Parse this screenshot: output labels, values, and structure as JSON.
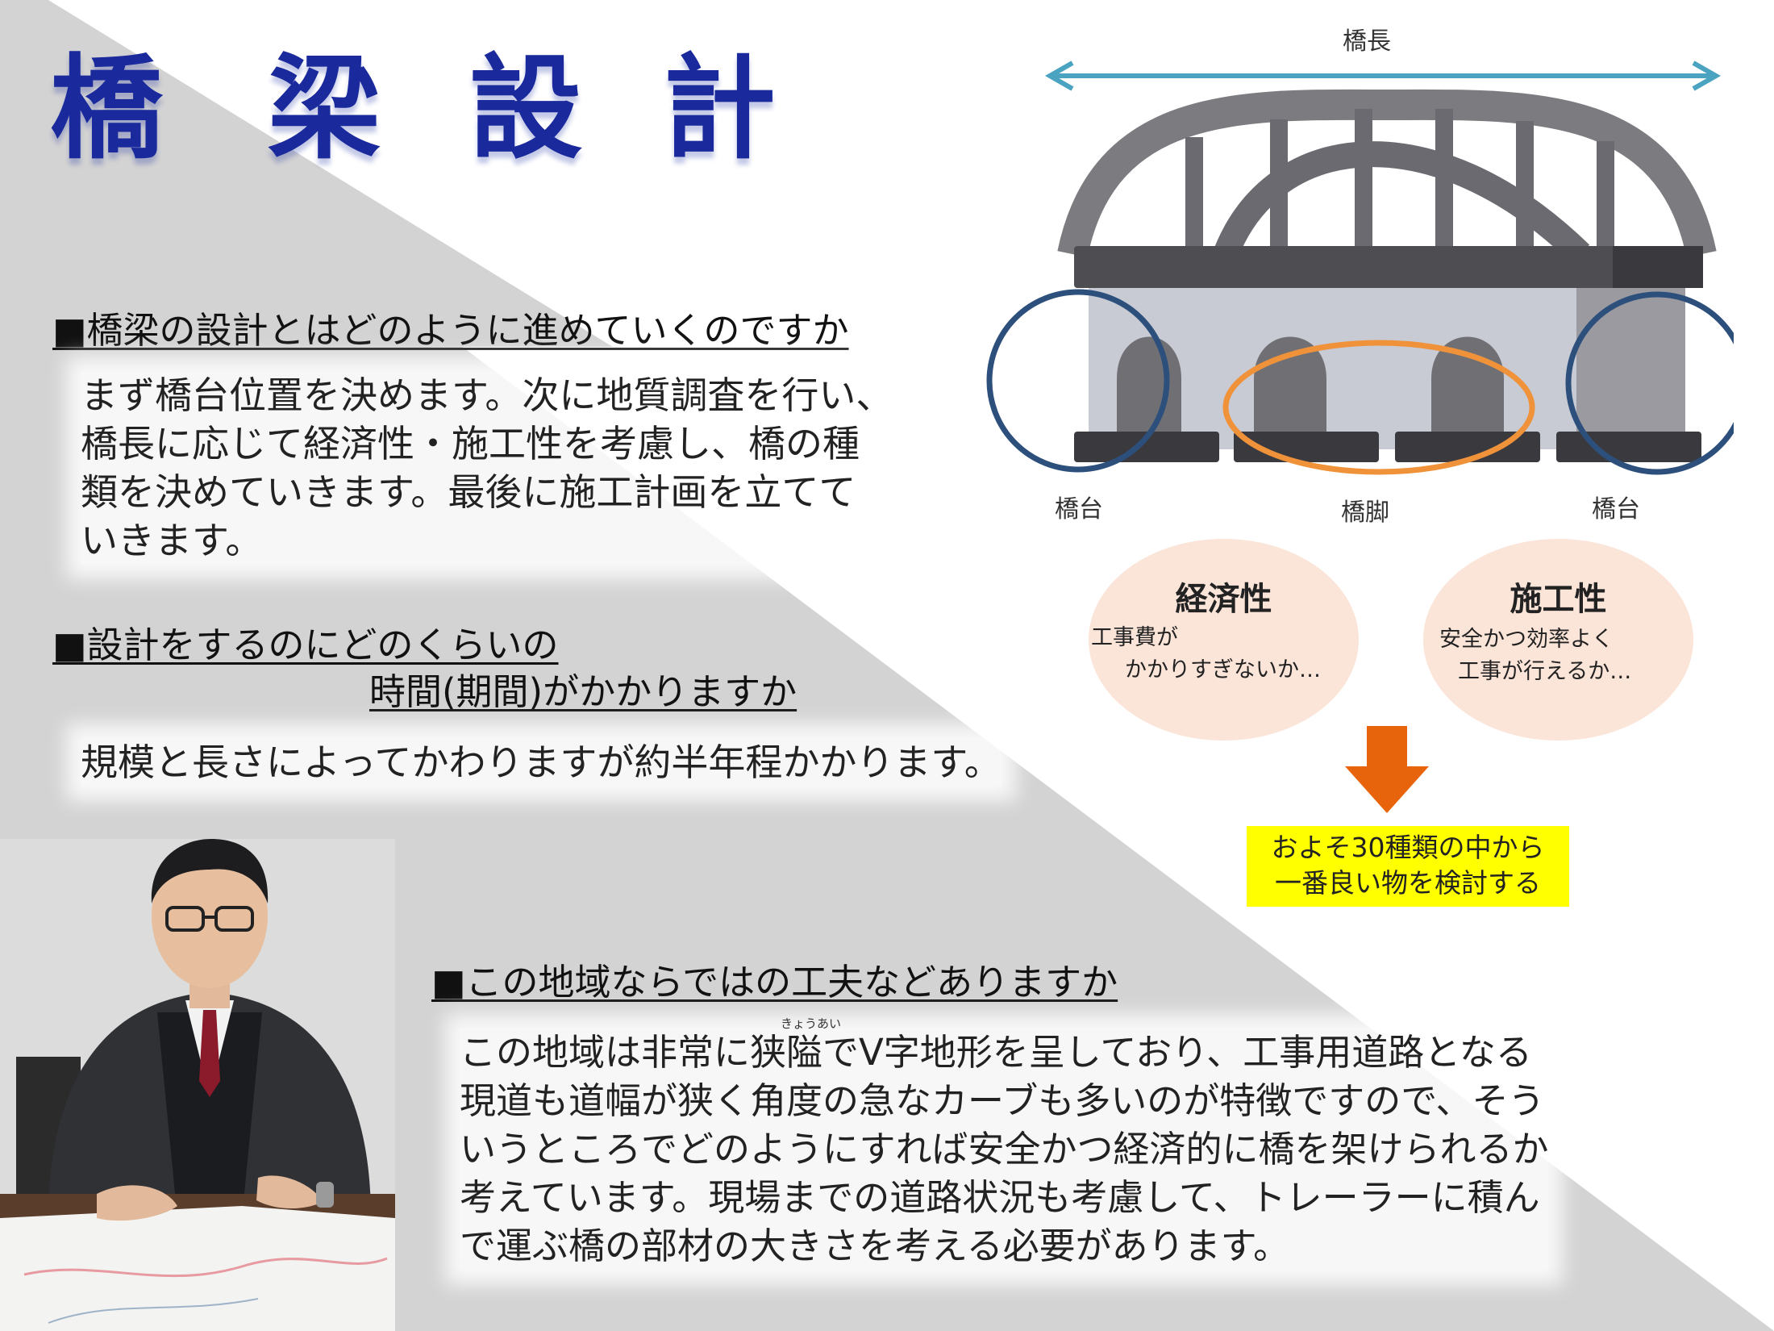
{
  "title": [
    "橋",
    "梁",
    "設",
    "計"
  ],
  "sections": [
    {
      "heading": "■橋梁の設計とはどのように進めていくのですか",
      "answer": [
        "まず橋台位置を決めます。次に地質調査を行い、",
        "橋長に応じて経済性・施工性を考慮し、橋の種",
        "類を決めていきます。最後に施工計画を立てて",
        "いきます。"
      ]
    },
    {
      "heading": [
        "■設計をするのにどのくらいの",
        "時間(期間)がかかりますか"
      ],
      "answer": [
        "規模と長さによってかわりますが約半年程かかります。"
      ]
    },
    {
      "heading": "■この地域ならではの工夫などありますか",
      "ruby": "きょうあい",
      "answer": [
        "この地域は非常に狭隘でV字地形を呈しており、工事用道路となる",
        "現道も道幅が狭く角度の急なカーブも多いのが特徴ですので、そう",
        "いうところでどのようにすれば安全かつ経済的に橋を架けられるか",
        "考えています。現場までの道路状況も考慮して、トレーラーに積ん",
        "で運ぶ橋の部材の大きさを考える必要があります。"
      ]
    }
  ],
  "diagram": {
    "span_label": "橋長",
    "abutment_left": "橋台",
    "pier": "橋脚",
    "abutment_right": "橋台"
  },
  "criteria": [
    {
      "title": "経済性",
      "lines": [
        "工事費が",
        "かかりすぎないか…"
      ]
    },
    {
      "title": "施工性",
      "lines": [
        "安全かつ効率よく",
        "工事が行えるか…"
      ]
    }
  ],
  "result": [
    "およそ30種類の中から",
    "一番良い物を検討する"
  ],
  "colors": {
    "title": "#1a2a9c",
    "arrow_span": "#4aa3c0",
    "circle_abutment": "#2c4f7c",
    "ellipse_pier": "#f0923a",
    "bubble": "#fbe4d8",
    "down_arrow": "#e8640c",
    "highlight": "#ffff00"
  }
}
